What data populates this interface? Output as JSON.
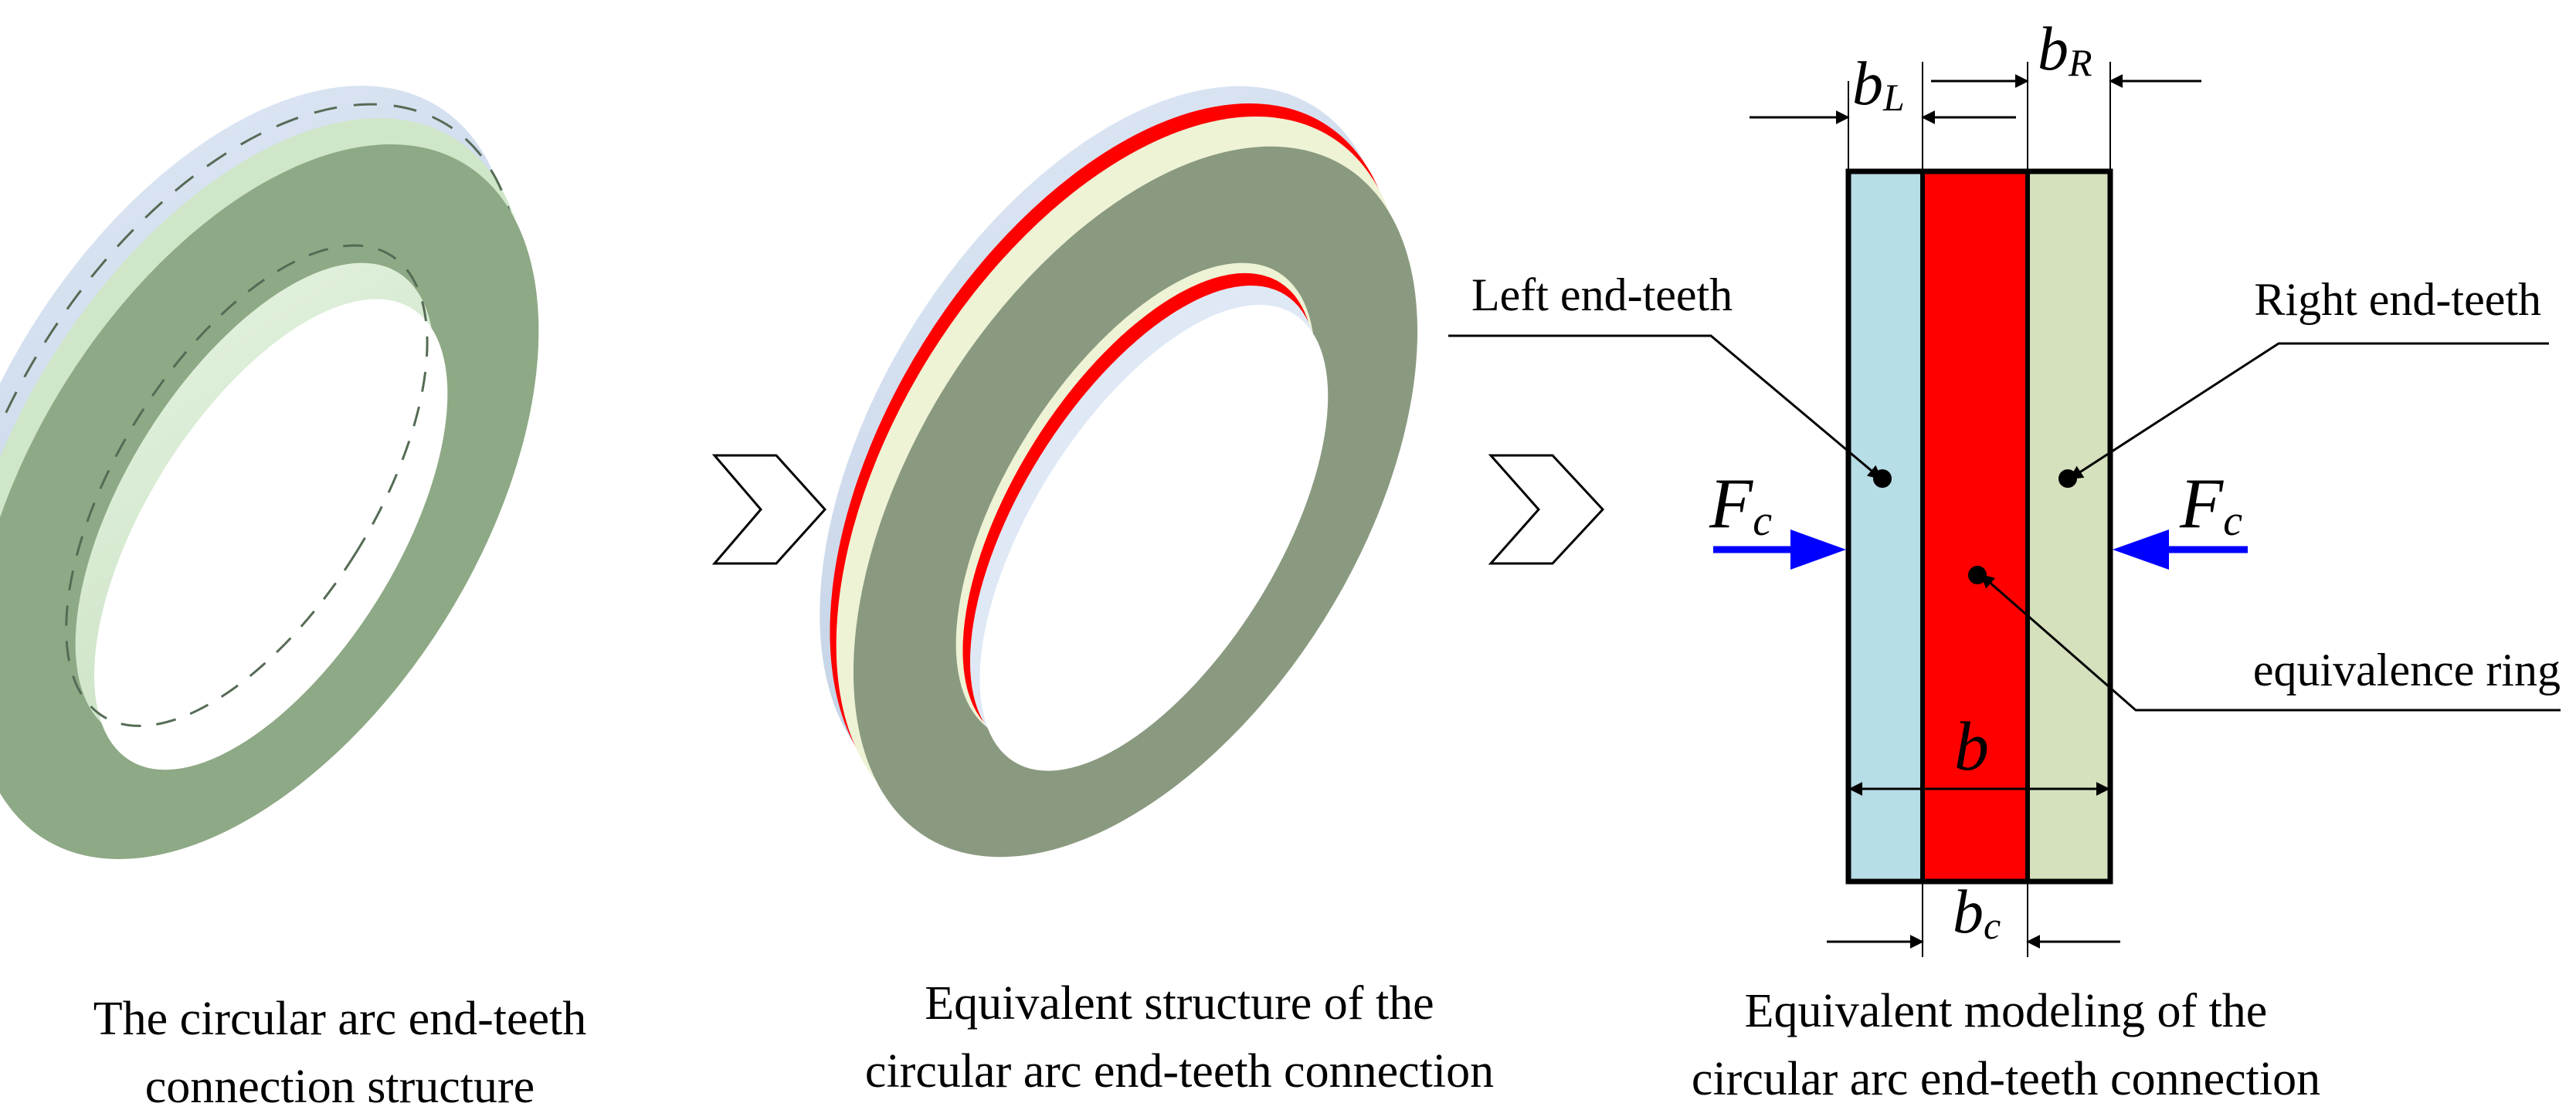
{
  "captions": {
    "panel1": {
      "line1": "The circular arc end-teeth",
      "line2": "connection structure"
    },
    "panel2": {
      "line1": "Equivalent structure of the",
      "line2": "circular arc end-teeth connection"
    },
    "panel3": {
      "line1": "Equivalent modeling of the",
      "line2": "circular arc end-teeth connection"
    }
  },
  "labels": {
    "left_teeth": "Left end-teeth",
    "right_teeth": "Right end-teeth",
    "ring": "equivalence ring"
  },
  "symbols": {
    "bL": {
      "main": "b",
      "sub": "L"
    },
    "bR": {
      "main": "b",
      "sub": "R"
    },
    "b": {
      "main": "b"
    },
    "bc": {
      "main": "b",
      "sub": "c"
    },
    "Fc": {
      "main": "F",
      "sub": "c"
    }
  },
  "colors": {
    "left_teeth": "#b7dde6",
    "ring": "#ff0000",
    "right_teeth": "#d5e0bd",
    "force_arrow": "#0000ff",
    "ring_face_green": "#8ea985",
    "ring_face_gray": "#8a9a80",
    "ring_side_blue": "#c6d6ea",
    "ring_inner_green": "#d3ead0"
  }
}
